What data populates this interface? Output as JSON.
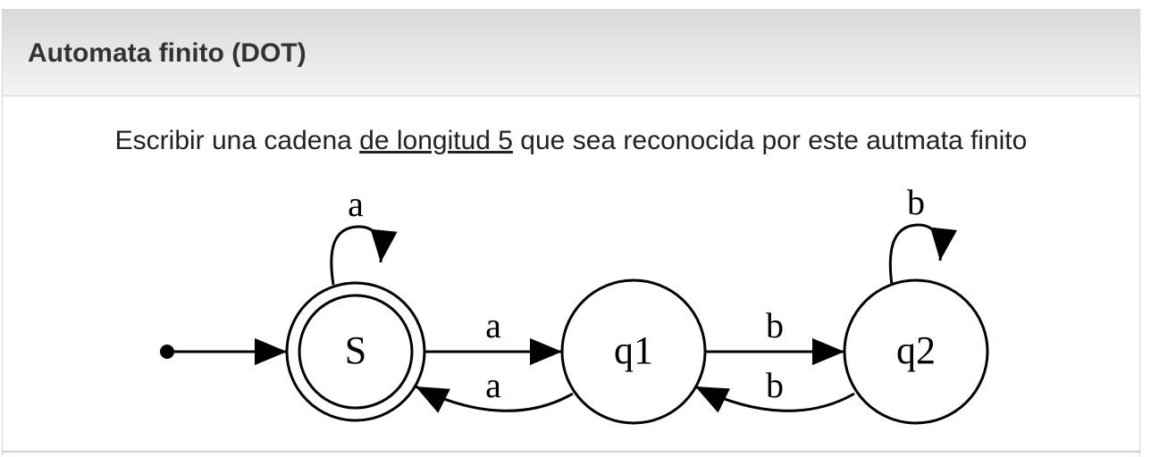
{
  "header": {
    "title": "Automata finito (DOT)"
  },
  "question": {
    "before": "Escribir una cadena ",
    "underlined": "de longitud 5",
    "after": " que sea reconocida por este autmata finito"
  },
  "automaton": {
    "states": [
      {
        "id": "S",
        "label": "S",
        "accepting": true,
        "initial": true
      },
      {
        "id": "q1",
        "label": "q1",
        "accepting": false,
        "initial": false
      },
      {
        "id": "q2",
        "label": "q2",
        "accepting": false,
        "initial": false
      }
    ],
    "transitions": [
      {
        "from": "S",
        "to": "S",
        "label": "a"
      },
      {
        "from": "S",
        "to": "q1",
        "label": "a"
      },
      {
        "from": "q1",
        "to": "S",
        "label": "a"
      },
      {
        "from": "q1",
        "to": "q2",
        "label": "b"
      },
      {
        "from": "q2",
        "to": "q1",
        "label": "b"
      },
      {
        "from": "q2",
        "to": "q2",
        "label": "b"
      }
    ]
  }
}
